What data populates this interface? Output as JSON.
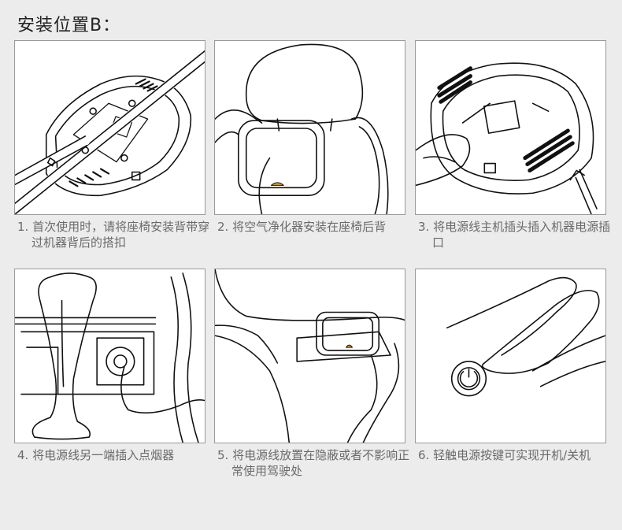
{
  "page_title": "安装位置B：",
  "steps": [
    {
      "caption": "1. 首次使用时，请将座椅安装背带穿过机器背后的搭扣"
    },
    {
      "caption": "2. 将空气净化器安装在座椅后背"
    },
    {
      "caption": "3. 将电源线主机插头插入机器电源插口"
    },
    {
      "caption": "4. 将电源线另一端插入点烟器"
    },
    {
      "caption": "5. 将电源线放置在隐蔽或者不影响正常使用驾驶处"
    },
    {
      "caption": "6. 轻触电源按键可实现开机/关机"
    }
  ]
}
